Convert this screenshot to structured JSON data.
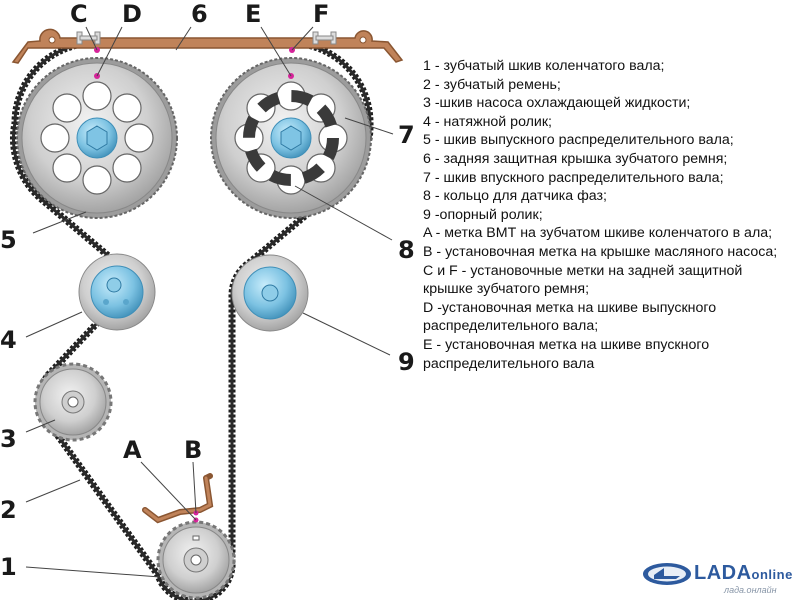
{
  "diagram": {
    "title": "Timing belt drive layout",
    "callouts": {
      "c": "C",
      "d": "D",
      "n6": "6",
      "e": "E",
      "f": "F",
      "n7": "7",
      "n5": "5",
      "n8": "8",
      "n4": "4",
      "n9": "9",
      "n3": "3",
      "a": "A",
      "b": "B",
      "n2": "2",
      "n1": "1"
    },
    "colors": {
      "cover": "#b87a4e",
      "belt": "#222222",
      "pulley": "#c9c9c9",
      "hub": "#6fb4d8",
      "mark": "#d6249a"
    }
  },
  "legend": {
    "items": [
      "1 - зубчатый шкив коленчатого вала;",
      "2 - зубчатый ремень;",
      "3 -шкив насоса охлаждающей жидкости;",
      "4 - натяжной ролик;",
      "5 - шкив выпускного распределительного вала;",
      "6 - задняя защитная крышка зубчатого ремня;",
      "7 - шкив впускного распределительного вала;",
      "8 - кольцо для датчика фаз;",
      "9 -опорный ролик;",
      "A - метка ВМТ на зубчатом шкиве коленчатого в ала;",
      "B - установочная метка на крышке масляного насоса;",
      "C и F - установочные метки на задней защитной крышке зубчатого ремня;",
      "D -установочная метка на шкиве выпускного распределительного вала;",
      "E - установочная метка на шкиве впускного распределительного вала"
    ]
  },
  "watermark": {
    "brand": "LADA",
    "brand_suffix": "online",
    "subtitle": "лада.онлайн"
  }
}
